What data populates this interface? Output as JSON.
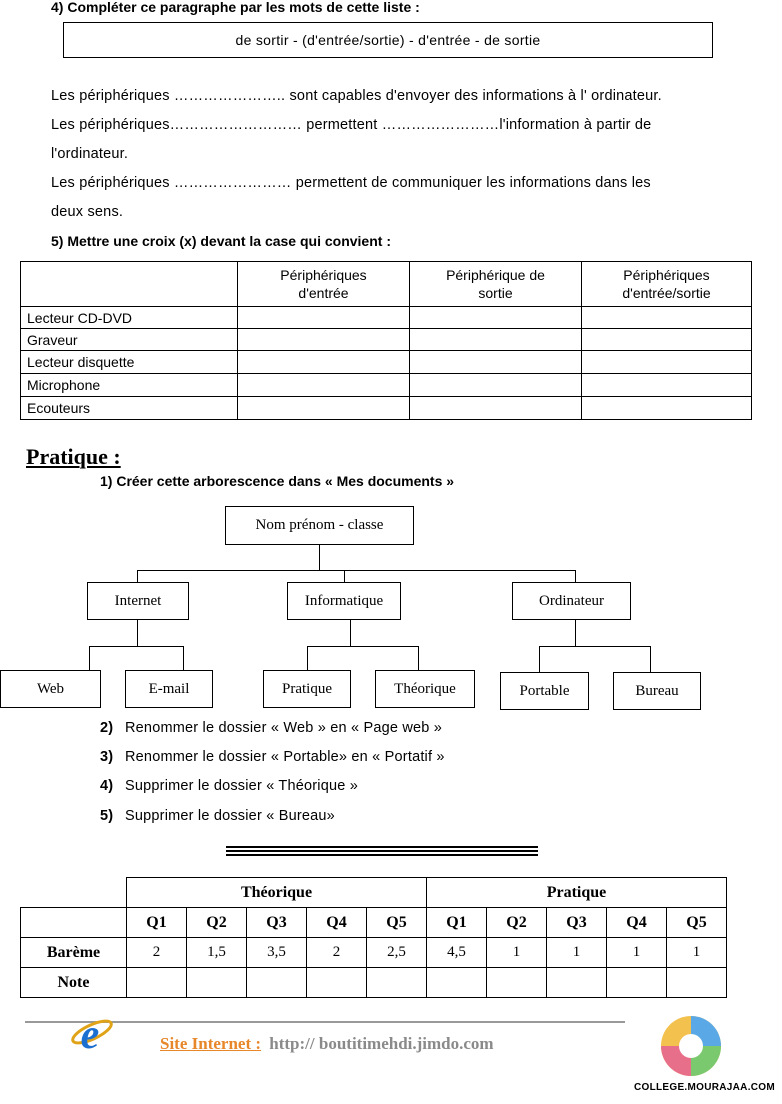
{
  "q4": {
    "title": "4)  Compléter ce paragraphe par les mots de cette liste :",
    "word_list": "de sortir  -  (d'entrée/sortie)  - d'entrée  -  de sortie",
    "lines": [
      "Les périphériques ………………….. sont capables d'envoyer des informations à l' ordinateur.",
      "Les périphériques……………………… permettent ……………………l'information à partir de",
      "l'ordinateur.",
      "Les périphériques …………………… permettent de communiquer les informations dans les",
      "deux sens."
    ]
  },
  "q5": {
    "title": "5) Mettre une croix (x) devant la case qui convient :",
    "headers": [
      "",
      "Périphériques\nd'entrée",
      "Périphérique de\nsortie",
      "Périphériques\nd'entrée/sortie"
    ],
    "rows": [
      "Lecteur CD-DVD",
      "Graveur",
      "Lecteur disquette",
      "Microphone",
      "Ecouteurs"
    ]
  },
  "pratique": {
    "title": "Pratique :",
    "step1": "1)  Créer cette arborescence dans « Mes documents »",
    "tree": {
      "root": "Nom prénom - classe",
      "internet": "Internet",
      "informatique": "Informatique",
      "ordinateur": "Ordinateur",
      "web": "Web",
      "email": "E-mail",
      "pratique": "Pratique",
      "theorique": "Théorique",
      "portable": "Portable",
      "bureau": "Bureau"
    },
    "steps": [
      {
        "num": "2)",
        "text": "Renommer le dossier « Web » en « Page web »"
      },
      {
        "num": "3)",
        "text": "Renommer le dossier « Portable» en « Portatif »"
      },
      {
        "num": "4)",
        "text": "Supprimer le dossier « Théorique »"
      },
      {
        "num": "5)",
        "text": "Supprimer le dossier « Bureau»"
      }
    ]
  },
  "bareme": {
    "group_theorique": "Théorique",
    "group_pratique": "Pratique",
    "questions": [
      "Q1",
      "Q2",
      "Q3",
      "Q4",
      "Q5",
      "Q1",
      "Q2",
      "Q3",
      "Q4",
      "Q5"
    ],
    "bareme_label": "Barème",
    "bareme_values": [
      "2",
      "1,5",
      "3,5",
      "2",
      "2,5",
      "4,5",
      "1",
      "1",
      "1",
      "1"
    ],
    "note_label": "Note"
  },
  "footer": {
    "site_label": "Site Internet :",
    "site_url": "http:// boutitimehdi.jimdo.com",
    "logo_text": "COLLEGE.MOURAJAA.COM",
    "ie_icon": "internet-explorer-icon"
  }
}
